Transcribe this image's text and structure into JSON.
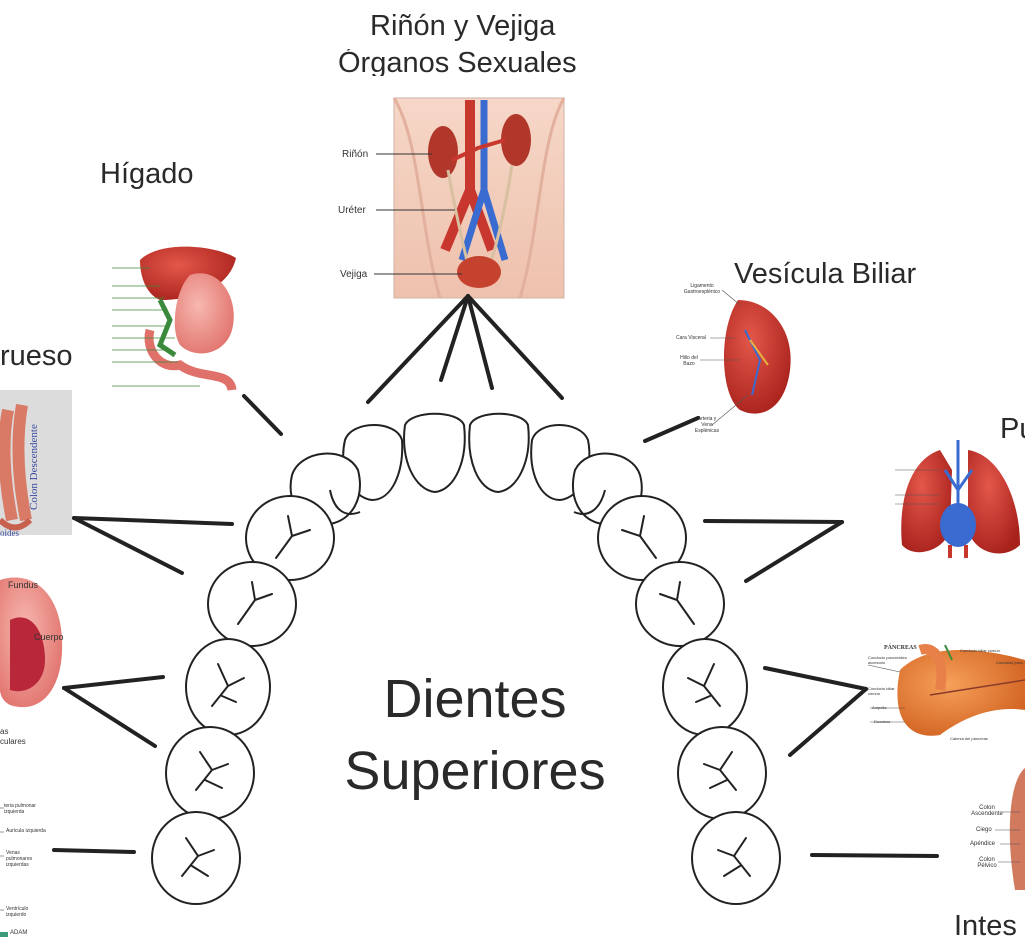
{
  "title": {
    "line1": "Dientes",
    "line2": "Superiores"
  },
  "labels": {
    "kidney": {
      "line1": "Riñón y Vejiga",
      "line2": "Órganos Sexuales"
    },
    "liver": "Hígado",
    "gallbladder": "Vesícula Biliar",
    "large_intestine_partial": "rueso",
    "lungs_partial": "Pu",
    "intestine_partial": "Intes"
  },
  "kidney_image": {
    "rinon": "Riñón",
    "ureter": "Uréter",
    "vejiga": "Vejiga"
  },
  "spleen_image": {
    "ligamento": "Ligamento Gastroesplénico",
    "cara": "Cara Visceral",
    "hilio": "Hilio del Bazo",
    "arteria": "Arteria y Vena Esplénicas"
  },
  "colon_image": {
    "descendente": "Colon Descendente",
    "sigmoides": "oides"
  },
  "stomach_image": {
    "fundus": "Fundus",
    "cuerpo": "Cuerpo",
    "as": "as",
    "culares": "culares"
  },
  "heart_image": {
    "arteria": "teria pulmonar izquierda",
    "auricula": "Auricula izquierda",
    "venas": "Venas pulmonares izquierdas",
    "ventriculo": "Ventrículo izquierdo",
    "adam": "ADAM"
  },
  "pancreas_image": {
    "title": "PÁNCREAS",
    "conducto_acc": "Conducto pancreático accesorio",
    "conducto_biliar": "Conducto biliar común",
    "conducto_pan": "Conducto panc",
    "colecistoquinina": "Conducto biliar común",
    "ampolla": "Ampolla",
    "duodeno": "Duodeno",
    "cabeza": "Cabeza del páncreas"
  },
  "colon_right_image": {
    "ascendente": "Colon Ascendente",
    "ciego": "Ciego",
    "apendice": "Apéndice",
    "pelvico": "Colon Pélvico"
  },
  "colors": {
    "organ_red": "#c8372d",
    "vein_blue": "#3a6bd0",
    "line": "#222222",
    "tooth_fill": "#ffffff"
  }
}
